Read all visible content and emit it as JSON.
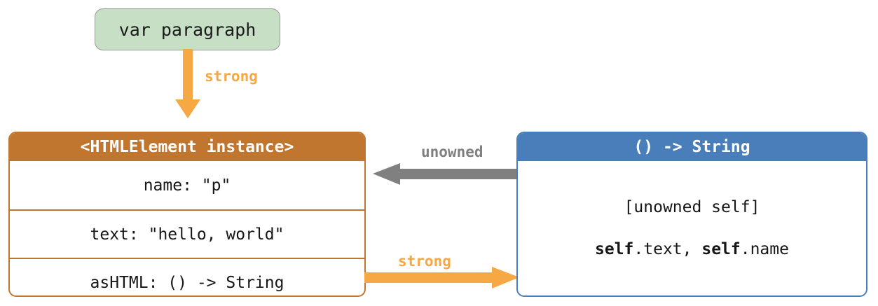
{
  "diagram": {
    "title": "Swift ARC unowned reference diagram",
    "colors": {
      "instance_header_bg": "#C1762F",
      "closure_header_bg": "#4A7EBB",
      "variable_bg": "#C6DFC5",
      "strong_arrow": "#F5A843",
      "unowned_arrow": "#808080"
    }
  },
  "variable": {
    "label": "var paragraph"
  },
  "instance": {
    "header": "<HTMLElement instance>",
    "rows": [
      {
        "text": "name: \"p\""
      },
      {
        "text": "text: \"hello, world\""
      },
      {
        "text": "asHTML: () -> String"
      }
    ]
  },
  "closure": {
    "header": "() -> String",
    "lines": [
      {
        "text": "[unowned self]"
      }
    ],
    "capture_line": {
      "self_1": "self",
      "prop_1": ".text, ",
      "self_2": "self",
      "prop_2": ".name"
    }
  },
  "arrows": [
    {
      "id": "strong-var-to-instance",
      "label": "strong",
      "kind": "strong",
      "direction": "down"
    },
    {
      "id": "unowned-closure-to-instance",
      "label": "unowned",
      "kind": "unowned",
      "direction": "left"
    },
    {
      "id": "strong-instance-to-closure",
      "label": "strong",
      "kind": "strong",
      "direction": "right"
    }
  ]
}
